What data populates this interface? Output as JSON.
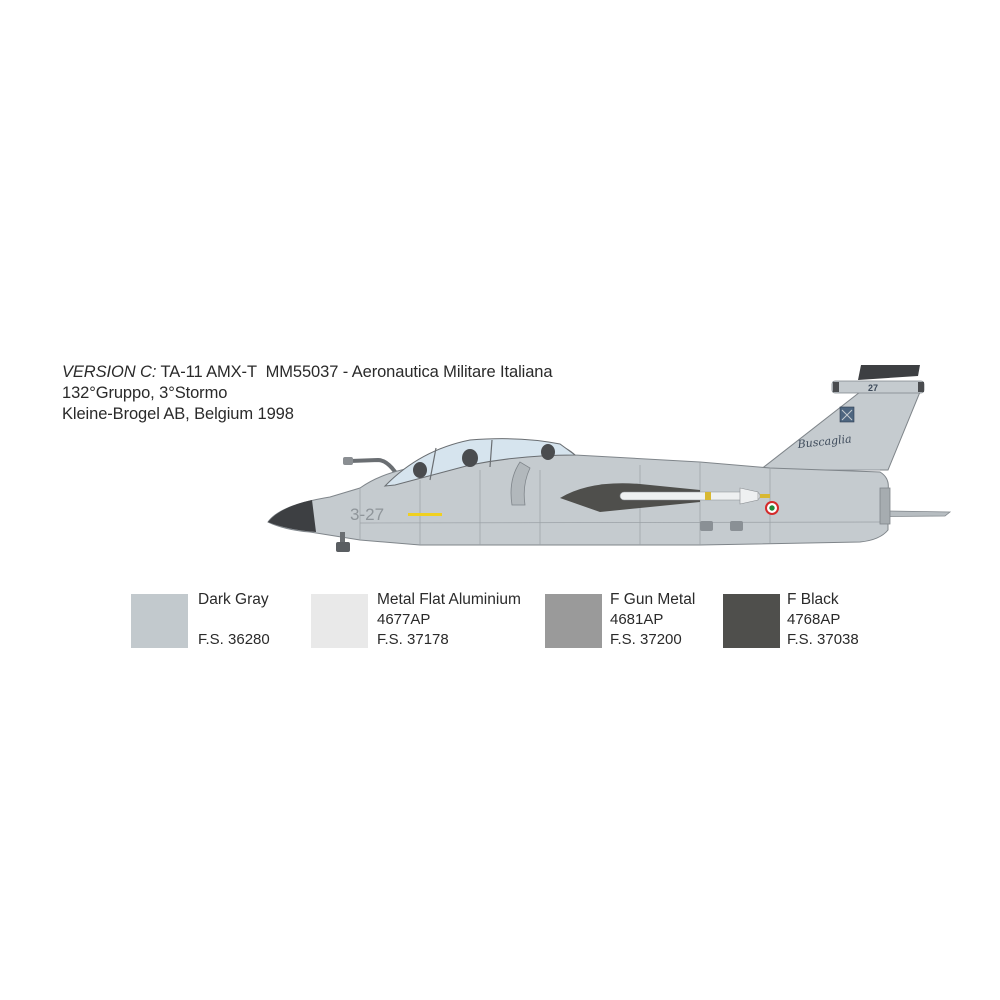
{
  "caption": {
    "version_label": "VERSION C:",
    "line1_rest": " TA-11 AMX-T  MM55037 - Aeronautica Militare Italiana",
    "line2": "132°Gruppo, 3°Stormo",
    "line3": "Kleine-Brogel AB, Belgium 1998"
  },
  "aircraft": {
    "side_code": "3-27",
    "tail_number": "27",
    "tail_signature": "Buscaglia",
    "roundel_colors": [
      "#1f8a3a",
      "#ffffff",
      "#d42a2a"
    ],
    "base_color": "#c5cbcf",
    "radome_color": "#3d3f42"
  },
  "legend": [
    {
      "name": "Dark Gray",
      "code": "",
      "fs": "F.S. 36280",
      "color": "#c2c9cd"
    },
    {
      "name": "Metal Flat Aluminium",
      "code": "4677AP",
      "fs": "F.S. 37178",
      "color": "#e9e9e9"
    },
    {
      "name": "F Gun Metal",
      "code": "4681AP",
      "fs": "F.S. 37200",
      "color": "#9a9a9a"
    },
    {
      "name": "F Black",
      "code": "4768AP",
      "fs": "F.S. 37038",
      "color": "#4f4f4c"
    }
  ]
}
